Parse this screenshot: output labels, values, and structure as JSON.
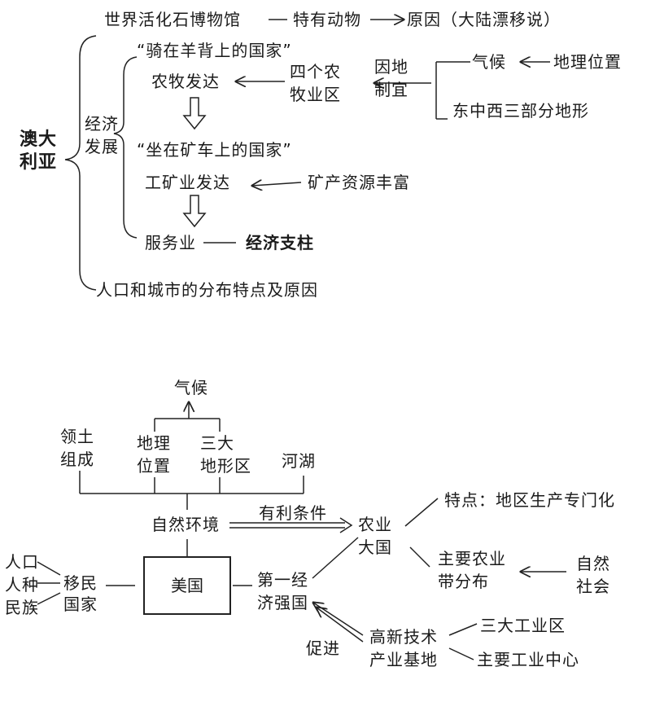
{
  "australia": {
    "title": [
      "澳大",
      "利亚"
    ],
    "top_row": {
      "museum": "世界活化石博物馆",
      "animals": "特有动物",
      "reason": "原因（大陆漂移说）"
    },
    "economy_label": [
      "经济",
      "发展"
    ],
    "sheep_nation": "“骑在羊背上的国家”",
    "agri_dev": "农牧发达",
    "four_zones": [
      "四个农",
      "牧业区"
    ],
    "adapt": [
      "因地",
      "制宜"
    ],
    "climate": "气候",
    "location": "地理位置",
    "terrain": "东中西三部分地形",
    "mine_nation": "“坐在矿车上的国家”",
    "mining_dev": "工矿业发达",
    "mineral_rich": "矿产资源丰富",
    "services": "服务业",
    "pillar": "经济支柱",
    "population": "人口和城市的分布特点及原因"
  },
  "usa": {
    "center": "美国",
    "climate": "气候",
    "territory": [
      "领土",
      "组成"
    ],
    "geo_location": [
      "地理",
      "位置"
    ],
    "landforms": [
      "三大",
      "地形区"
    ],
    "rivers": "河湖",
    "environment": "自然环境",
    "favorable": "有利条件",
    "agri_power": [
      "农业",
      "大国"
    ],
    "feature": "特点：地区生产专门化",
    "agri_belts": [
      "主要农业",
      "带分布"
    ],
    "nat_soc": [
      "自然",
      "社会"
    ],
    "immigrant": [
      "移民",
      "国家"
    ],
    "pop_items": [
      "人口",
      "人种",
      "民族"
    ],
    "econ_power": [
      "第一经",
      "济强国"
    ],
    "promote": "促进",
    "hitech": [
      "高新技术",
      "产业基地"
    ],
    "industrial_zones": "三大工业区",
    "ind_centers": "主要工业中心"
  }
}
